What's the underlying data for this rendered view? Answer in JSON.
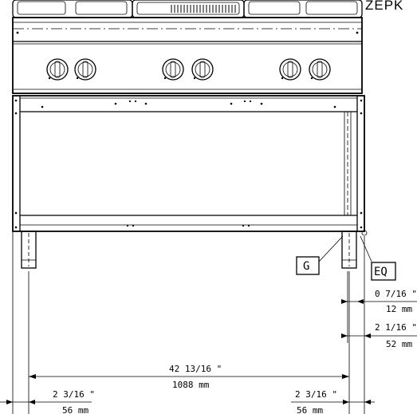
{
  "header_fragment": "ZEPK",
  "labels": {
    "g": "G",
    "eq": "EQ"
  },
  "dimensions": {
    "overall_width": {
      "imperial": "42 13/16 \"",
      "metric": "1088 mm"
    },
    "left_offset": {
      "imperial": "2 3/16 \"",
      "metric": "56 mm"
    },
    "right_offset": {
      "imperial": "2 3/16 \"",
      "metric": "56 mm"
    },
    "side_small": {
      "imperial": "0 7/16 \"",
      "metric": "12 mm"
    },
    "side_large": {
      "imperial": "2 1/16 \"",
      "metric": "52 mm"
    }
  }
}
